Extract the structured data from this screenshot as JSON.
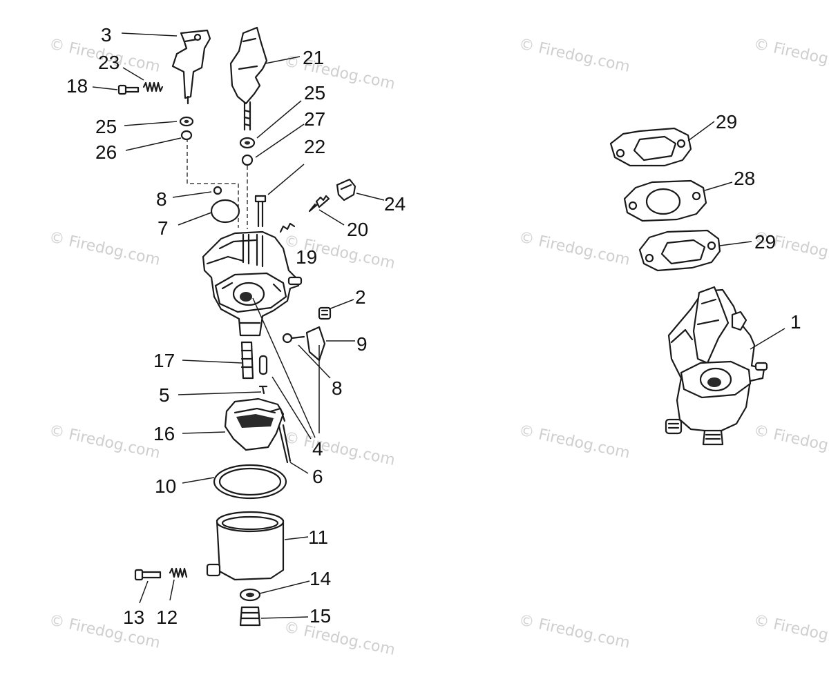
{
  "watermark": "© Firedog.com",
  "callouts": [
    "1",
    "2",
    "3",
    "4",
    "5",
    "6",
    "7",
    "8",
    "9",
    "10",
    "11",
    "12",
    "13",
    "14",
    "15",
    "16",
    "17",
    "18",
    "19",
    "20",
    "21",
    "22",
    "23",
    "24",
    "25",
    "26",
    "27",
    "28",
    "29"
  ],
  "colors": {
    "ink": "#1a1a1a",
    "watermark": "#cfcfcf",
    "background": "#ffffff"
  }
}
